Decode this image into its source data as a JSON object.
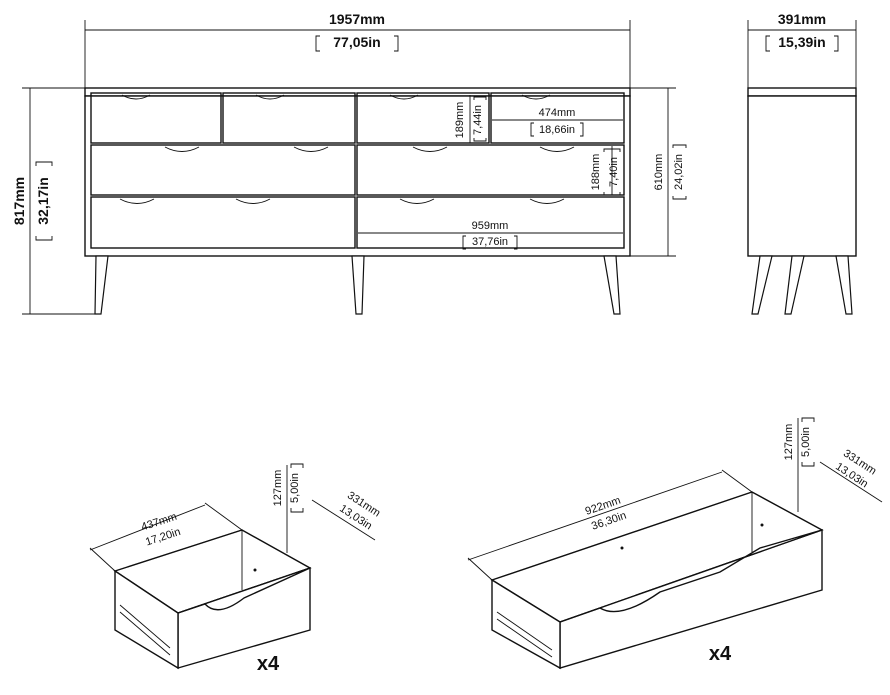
{
  "dimensions": {
    "overall_width": {
      "mm": "1957mm",
      "in": "77,05in"
    },
    "depth": {
      "mm": "391mm",
      "in": "15,39in"
    },
    "height": {
      "mm": "817mm",
      "in": "32,17in"
    },
    "body_height": {
      "mm": "610mm",
      "in": "24,02in"
    },
    "small_drawer_width": {
      "mm": "474mm",
      "in": "18,66in"
    },
    "small_drawer_height": {
      "mm": "189mm",
      "in": "7,44in"
    },
    "large_drawer_height": {
      "mm": "188mm",
      "in": "7,40in"
    },
    "large_drawer_width": {
      "mm": "959mm",
      "in": "37,76in"
    }
  },
  "drawer_small": {
    "width": {
      "mm": "437mm",
      "in": "17,20in"
    },
    "height": {
      "mm": "127mm",
      "in": "5,00in"
    },
    "depth": {
      "mm": "331mm",
      "in": "13,03in"
    },
    "quantity": "x4"
  },
  "drawer_large": {
    "width": {
      "mm": "922mm",
      "in": "36,30in"
    },
    "height": {
      "mm": "127mm",
      "in": "5,00in"
    },
    "depth": {
      "mm": "331mm",
      "in": "13,03in"
    },
    "quantity": "x4"
  },
  "colors": {
    "line": "#111111",
    "background": "#ffffff"
  }
}
